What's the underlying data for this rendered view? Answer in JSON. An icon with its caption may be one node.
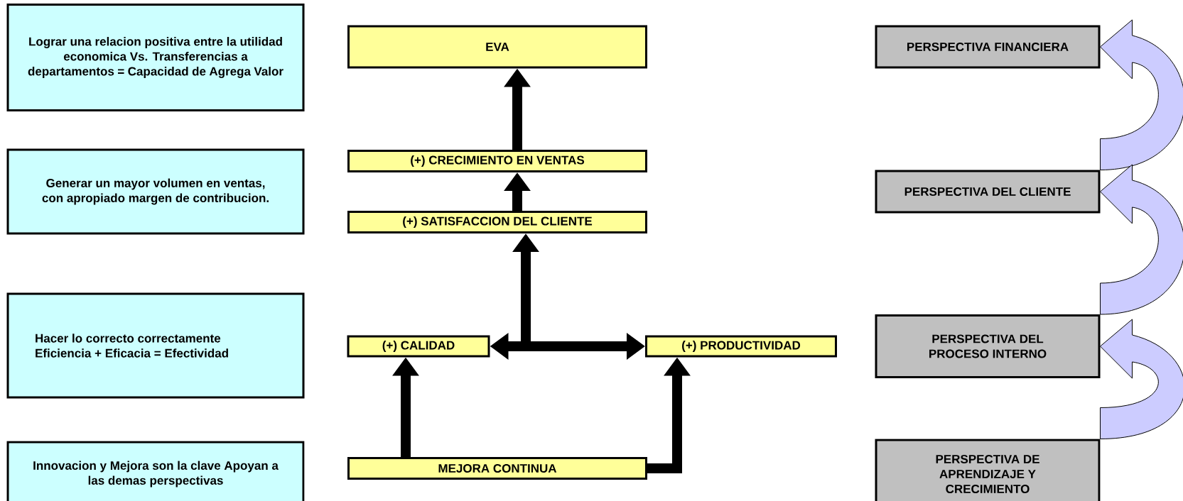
{
  "diagram": {
    "nodes": [
      {
        "text": [
          "Lograr una relacion positiva entre la utilidad economica Vs. Transferencias a departamentos = Capacidad de Agrega Valor"
        ]
      },
      {
        "text": [
          "Generar un mayor volumen en ventas, con apropiado margen de contribucion."
        ]
      },
      {
        "text": [
          "Hacer lo correcto correctamente Eficiencia + Eficacia = Efectividad"
        ]
      },
      {
        "text": [
          "Innovacion y Mejora son la clave Apoyan a las demas perspectivas"
        ]
      },
      {
        "text": [
          "EVA"
        ]
      },
      {
        "text": [
          "(+) CRECIMIENTO EN VENTAS"
        ]
      },
      {
        "text": [
          "(+) SATISFACCION DEL CLIENTE"
        ]
      },
      {
        "text": [
          "(+) CALIDAD"
        ]
      },
      {
        "text": [
          "(+) PRODUCTIVIDAD"
        ]
      },
      {
        "text": [
          "MEJORA CONTINUA"
        ]
      },
      {
        "text": [
          "PERSPECTIVA FINANCIERA"
        ]
      },
      {
        "text": [
          "PERSPECTIVA DEL CLIENTE"
        ]
      },
      {
        "text": [
          "PERSPECTIVA DEL PROCESO INTERNO"
        ]
      },
      {
        "text": [
          "PERSPECTIVA DE APRENDIZAJE Y CRECIMIENTO"
        ]
      }
    ],
    "edges": [
      {
        "from": 5,
        "to": 4,
        "arrow": "to"
      },
      {
        "from": 6,
        "to": 5,
        "arrow": "to"
      },
      {
        "from": null,
        "to": 6,
        "arrow": "to"
      },
      {
        "from": 7,
        "to": 8,
        "arrow": "both"
      },
      {
        "from": 9,
        "to": 7,
        "arrow": "to"
      },
      {
        "from": 9,
        "to": 8,
        "arrow": "to"
      },
      {
        "from": 11,
        "to": 10,
        "arrow": "to",
        "color": "#ccccff"
      },
      {
        "from": 12,
        "to": 11,
        "arrow": "to",
        "color": "#ccccff"
      },
      {
        "from": 13,
        "to": 12,
        "arrow": "to",
        "color": "#ccccff"
      }
    ]
  }
}
